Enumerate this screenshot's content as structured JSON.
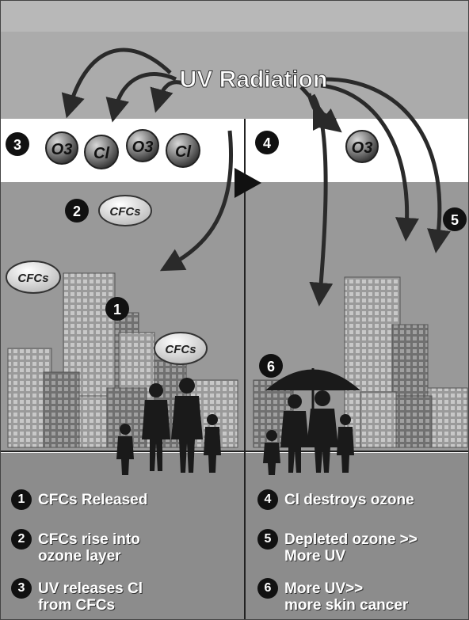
{
  "title": "UV Radiation",
  "molecules": {
    "o3": "O3",
    "cl": "Cl",
    "cfcs": "CFCs"
  },
  "markers": [
    "1",
    "2",
    "3",
    "4",
    "5",
    "6"
  ],
  "legend": [
    {
      "num": "1",
      "line1": "CFCs Released",
      "line2": ""
    },
    {
      "num": "2",
      "line1": "CFCs rise into",
      "line2": "ozone layer"
    },
    {
      "num": "3",
      "line1": "UV releases Cl",
      "line2": "from CFCs"
    },
    {
      "num": "4",
      "line1": "Cl destroys ozone",
      "line2": ""
    },
    {
      "num": "5",
      "line1": "Depleted ozone >>",
      "line2": "More UV"
    },
    {
      "num": "6",
      "line1": "More UV>>",
      "line2": "more skin cancer"
    }
  ],
  "colors": {
    "sky": "#a9a9a9",
    "band": "#ffffff",
    "ground": "#8f8f8f",
    "building": "#7d7d7d",
    "arrow": "#2a2a2a"
  }
}
